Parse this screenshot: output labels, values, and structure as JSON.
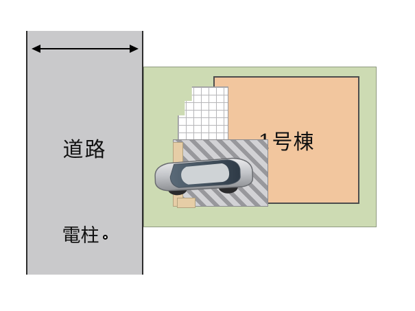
{
  "labels": {
    "road": "道路",
    "utility_pole": "電柱",
    "building": "1号棟"
  },
  "icons": {
    "road_width_arrow": "double-headed-arrow",
    "utility_pole_marker": "small-circle",
    "car": "parked-silver-car"
  },
  "colors": {
    "road_fill": "#c9c9cb",
    "road_border": "#2b2b2b",
    "lot_fill": "#cddbb3",
    "lot_border": "#8f9a80",
    "building_fill": "#f2c69e",
    "building_border": "#4c4c4c",
    "hatch_dark": "#98989c",
    "hatch_light": "#d2d2d5",
    "grid_line": "#b5b5b8",
    "step_tan": "#e6cda6",
    "text": "#111111"
  }
}
